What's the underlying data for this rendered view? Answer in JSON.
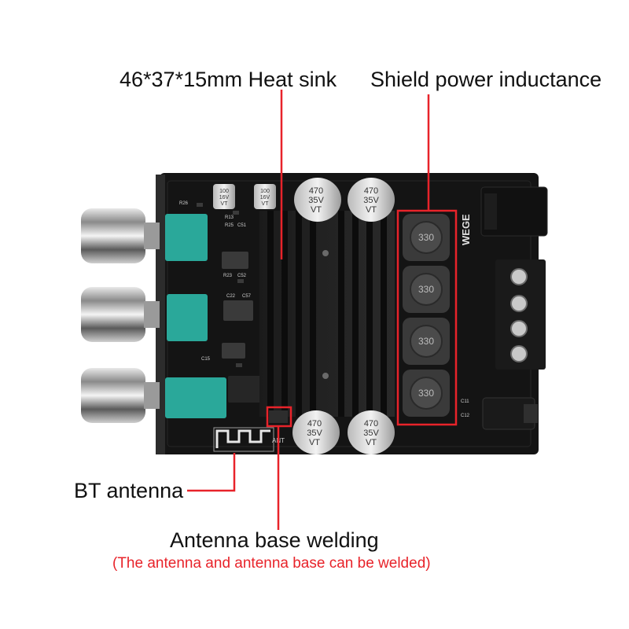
{
  "labels": {
    "heat_sink": "46*37*15mm Heat sink",
    "shield_inductance": "Shield power inductance",
    "bt_antenna": "BT antenna",
    "antenna_base": "Antenna base welding",
    "antenna_note": "(The antenna and antenna base can be welded)"
  },
  "board": {
    "brand": "WEGE",
    "inductor_marking": "330",
    "capacitor_big": [
      "470",
      "35V",
      "VT"
    ],
    "capacitor_small": [
      "100",
      "16V",
      "VT"
    ],
    "antenna_mark": "ANT",
    "silkscreen": [
      "R26",
      "R13",
      "R25",
      "C51",
      "C52",
      "R23",
      "C22",
      "C57",
      "C15",
      "C11",
      "C12"
    ]
  },
  "colors": {
    "callout_line": "#e8232a",
    "annotation_note": "#e8232a",
    "pcb": "#141414",
    "potentiometer": "#2aa89a"
  }
}
